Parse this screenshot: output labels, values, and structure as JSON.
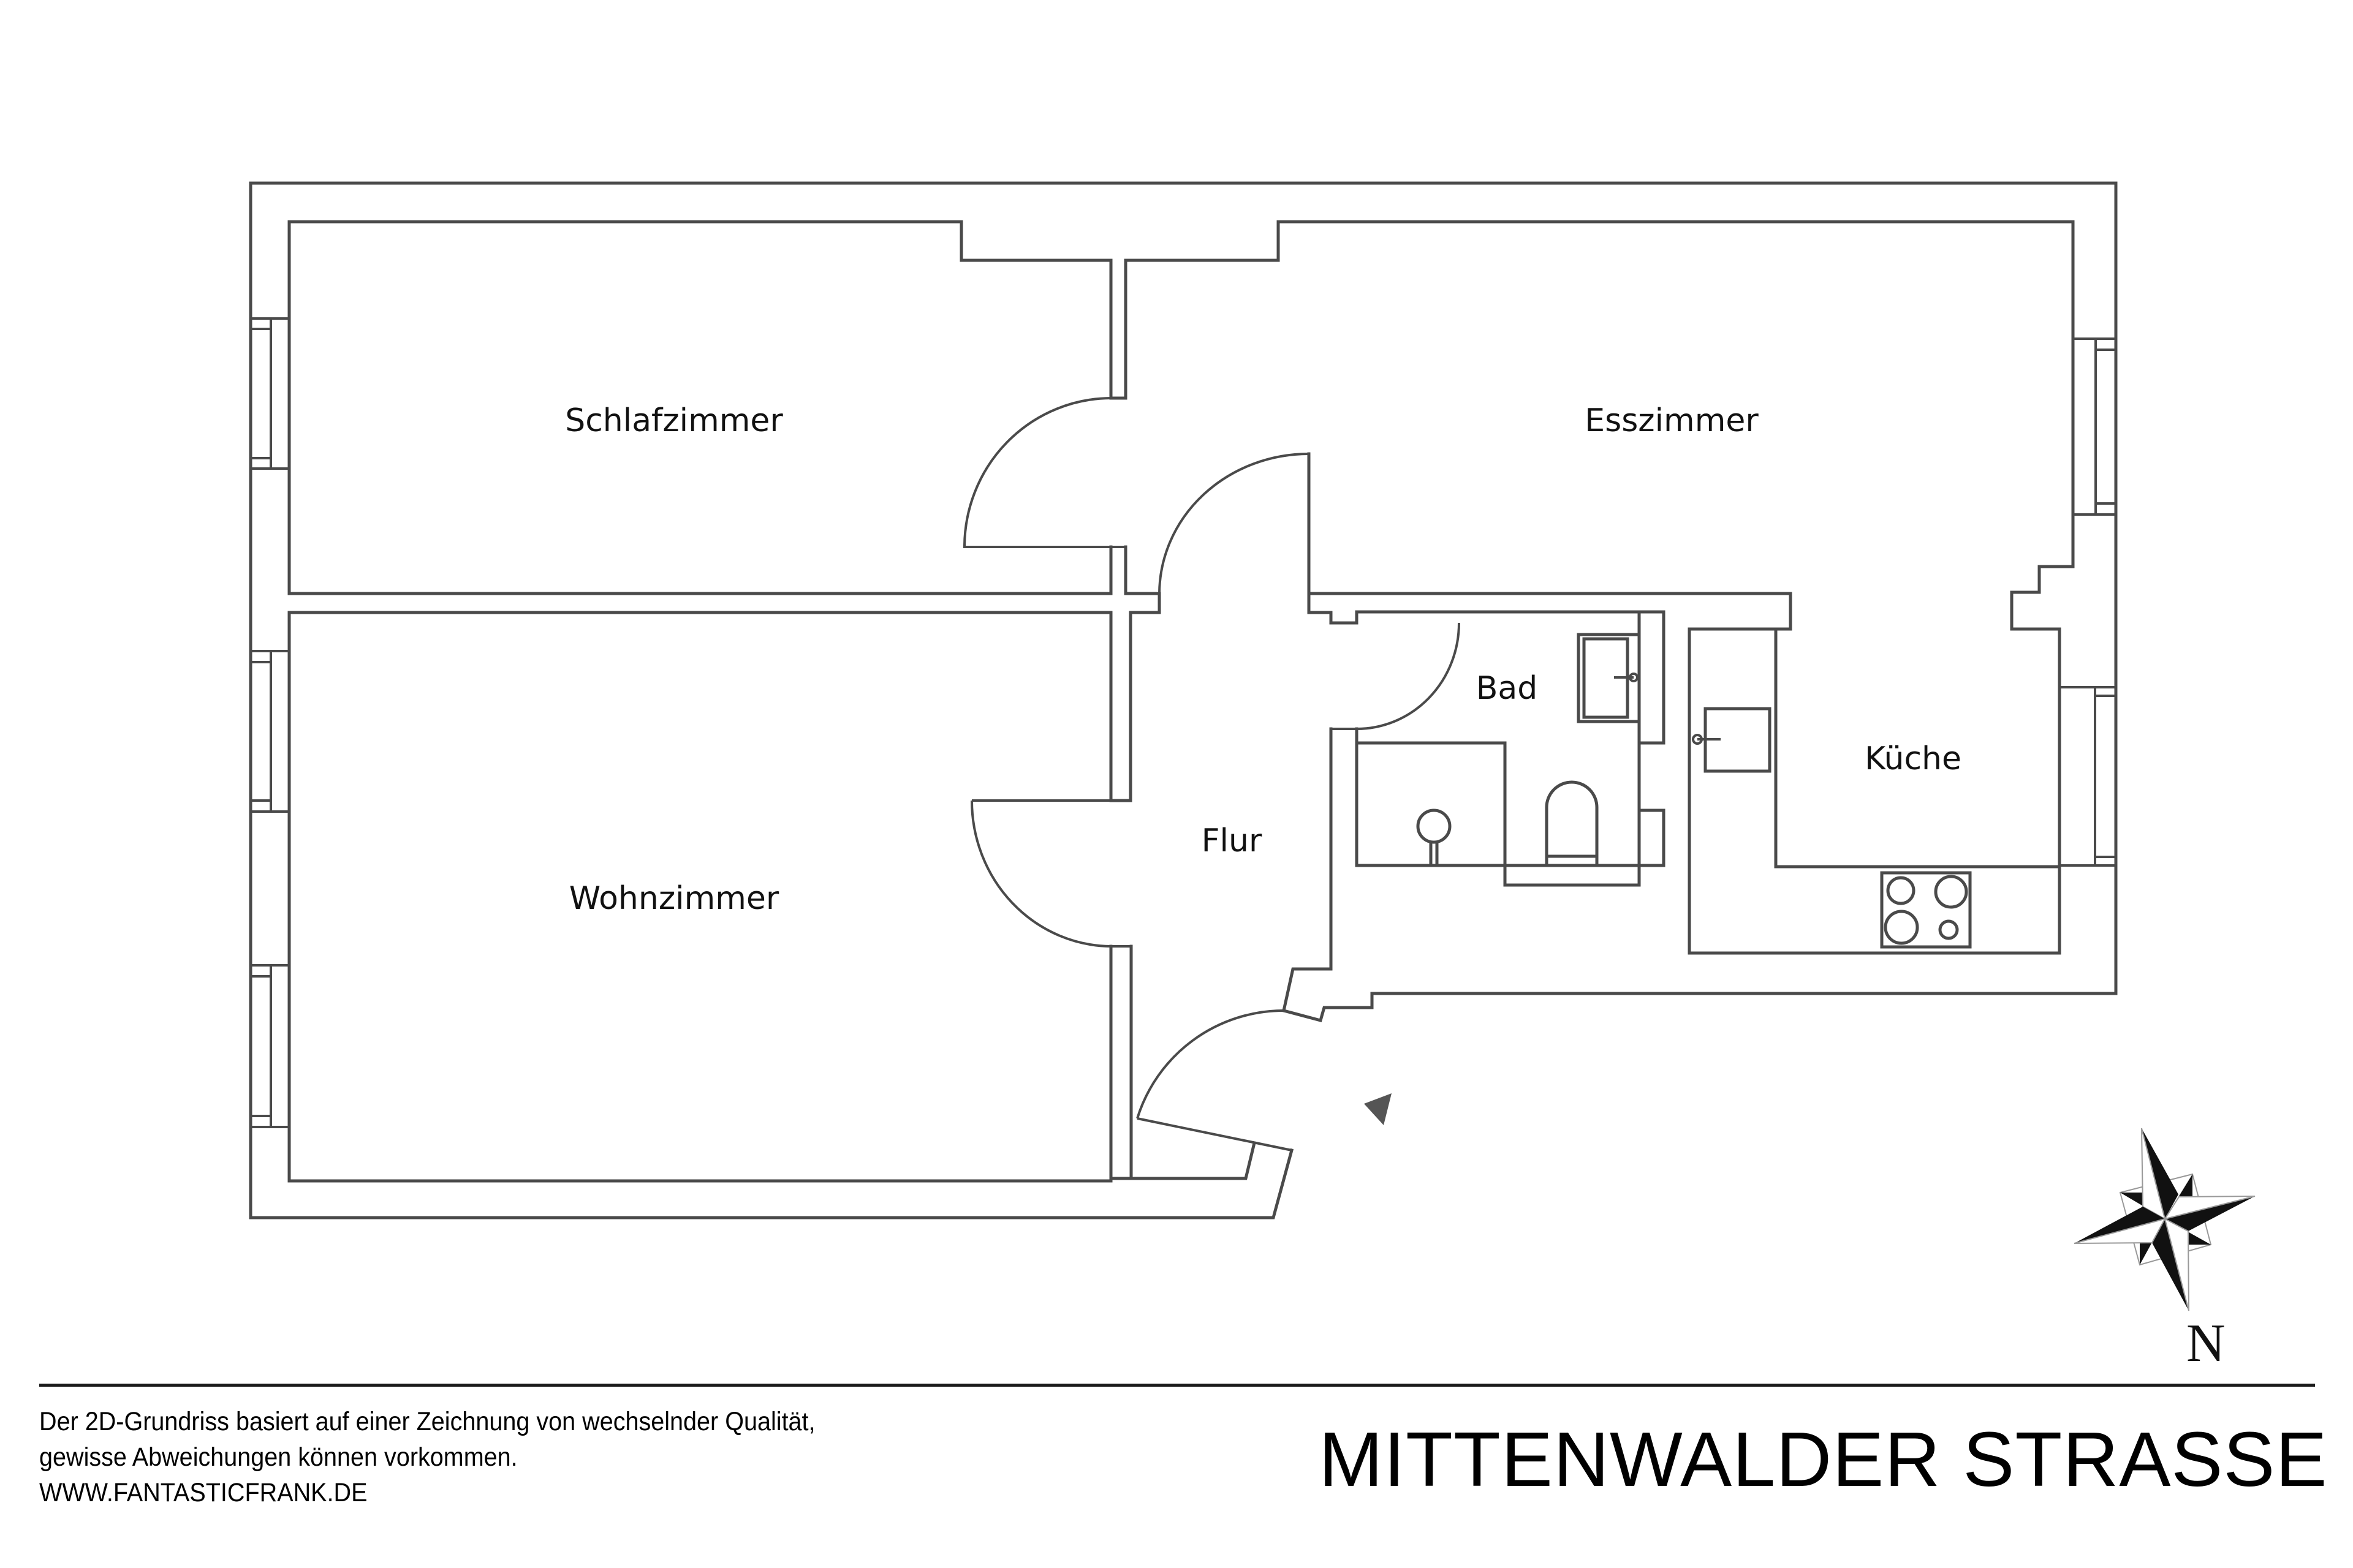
{
  "rooms": {
    "schlafzimmer": "Schlafzimmer",
    "esszimmer": "Esszimmer",
    "bad": "Bad",
    "kueche": "Küche",
    "flur": "Flur",
    "wohnzimmer": "Wohnzimmer"
  },
  "compass": {
    "north_label": "N"
  },
  "footer": {
    "disclaimer_lines": [
      "Der 2D-Grundriss basiert auf einer Zeichnung von wechselnder Qualität,",
      "gewisse Abweichungen können vorkommen.",
      "WWW.FANTASTICFRANK.DE"
    ],
    "title": "MITTENWALDER STRASSE"
  },
  "colors": {
    "line": "#4a4a4a",
    "text": "#111111",
    "background": "#ffffff",
    "entrance_marker": "#555555"
  },
  "icons": {
    "entrance_marker": "entrance-triangle-icon",
    "compass": "compass-rose-icon"
  }
}
